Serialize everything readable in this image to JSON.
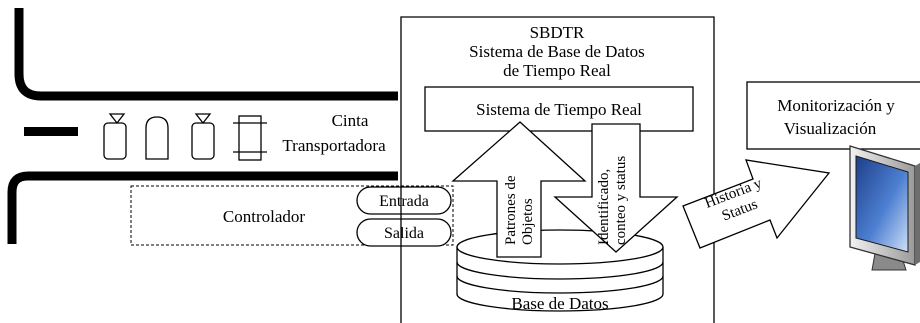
{
  "sbdtr": {
    "acronym": "SBDTR",
    "title_line1": "Sistema de Base de Datos",
    "title_line2": "de Tiempo Real"
  },
  "realtime_system": {
    "label": "Sistema de Tiempo Real"
  },
  "database": {
    "label": "Base de Datos"
  },
  "conveyor": {
    "label_line1": "Cinta",
    "label_line2": "Transportadora"
  },
  "controller": {
    "label": "Controlador",
    "input_label": "Entrada",
    "output_label": "Salida"
  },
  "arrow_patterns": {
    "line1": "Patrones de",
    "line2": "Objetos"
  },
  "arrow_identified": {
    "line1": "Identificado,",
    "line2": "conteo y status"
  },
  "arrow_history": {
    "line1": "Historia y",
    "line2": "Status"
  },
  "monitor": {
    "label_line1": "Monitorización y",
    "label_line2": "Visualización"
  },
  "colors": {
    "line": "#000000",
    "screen_dark": "#1d3f8a",
    "screen_light": "#b9d2f3",
    "monitor_body": "#d7d7d7"
  }
}
